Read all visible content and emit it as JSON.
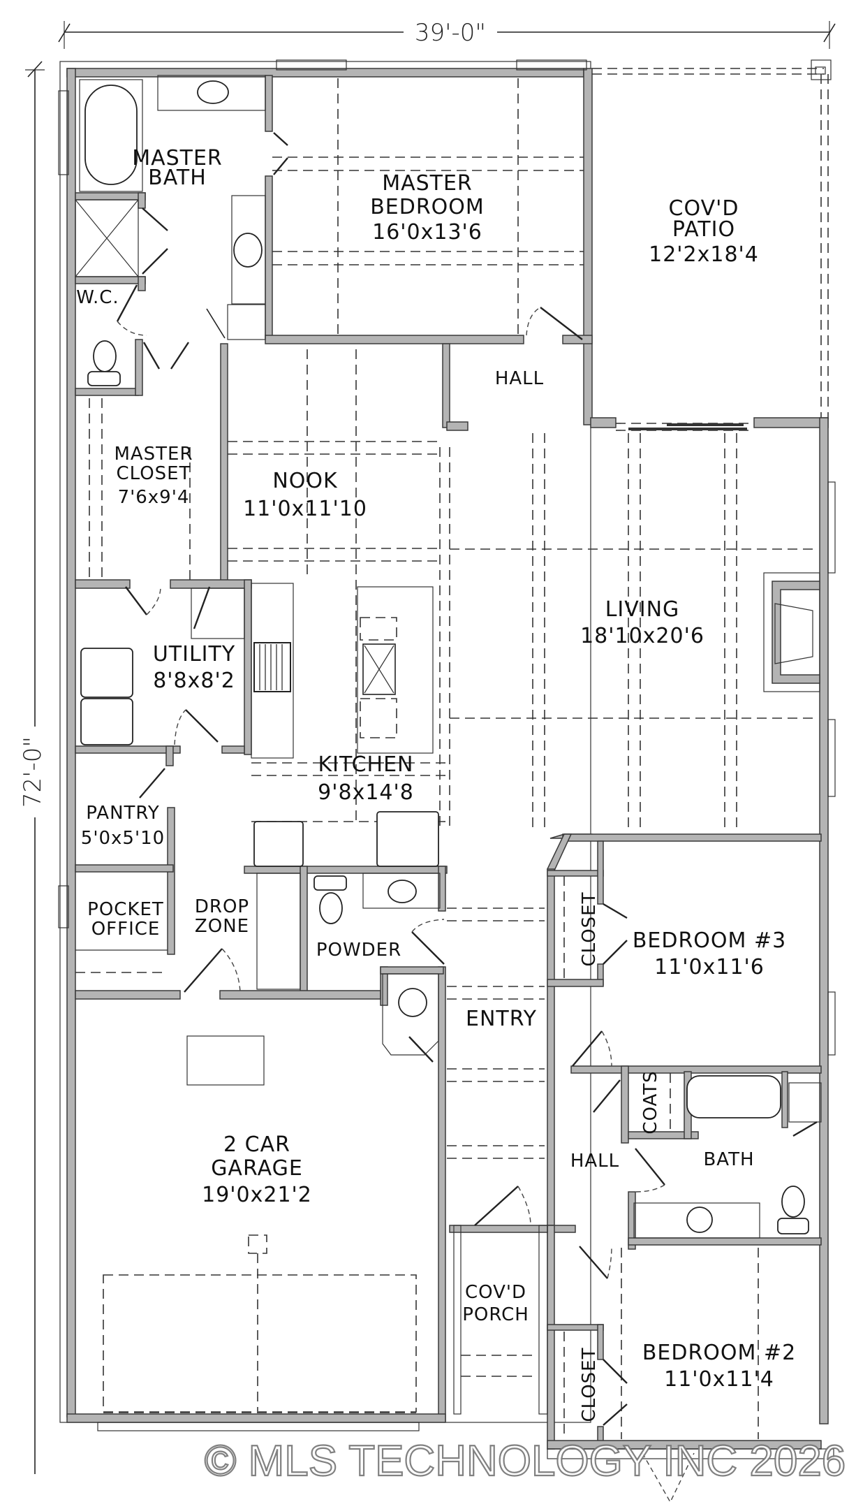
{
  "plan": {
    "overall_width": "39'-0\"",
    "overall_depth": "72'-0\"",
    "watermark": "© MLS TECHNOLOGY INC 2026",
    "wall_color": "#b4b4b4",
    "line_color": "#222222"
  },
  "rooms": {
    "master_bath": {
      "name_1": "MASTER",
      "name_2": "BATH"
    },
    "wc": {
      "name": "W.C."
    },
    "master_bedroom": {
      "name_1": "MASTER",
      "name_2": "BEDROOM",
      "size": "16'0x13'6"
    },
    "covd_patio": {
      "name_1": "COV'D",
      "name_2": "PATIO",
      "size": "12'2x18'4"
    },
    "hall_upper": {
      "name": "HALL"
    },
    "master_closet": {
      "name_1": "MASTER",
      "name_2": "CLOSET",
      "size": "7'6x9'4"
    },
    "nook": {
      "name": "NOOK",
      "size": "11'0x11'10"
    },
    "living": {
      "name": "LIVING",
      "size": "18'10x20'6"
    },
    "utility": {
      "name": "UTILITY",
      "size": "8'8x8'2"
    },
    "kitchen": {
      "name": "KITCHEN",
      "size": "9'8x14'8"
    },
    "pantry": {
      "name": "PANTRY",
      "size": "5'0x5'10"
    },
    "pocket_office": {
      "name_1": "POCKET",
      "name_2": "OFFICE"
    },
    "drop_zone": {
      "name_1": "DROP",
      "name_2": "ZONE"
    },
    "powder": {
      "name": "POWDER"
    },
    "closet_bed3": {
      "name": "CLOSET"
    },
    "bedroom_3": {
      "name": "BEDROOM #3",
      "size": "11'0x11'6"
    },
    "entry": {
      "name": "ENTRY"
    },
    "garage": {
      "name_1": "2 CAR",
      "name_2": "GARAGE",
      "size": "19'0x21'2"
    },
    "coats": {
      "name": "COATS"
    },
    "hall_lower": {
      "name": "HALL"
    },
    "bath": {
      "name": "BATH"
    },
    "covd_porch": {
      "name_1": "COV'D",
      "name_2": "PORCH"
    },
    "closet_bed2": {
      "name": "CLOSET"
    },
    "bedroom_2": {
      "name": "BEDROOM #2",
      "size": "11'0x11'4"
    }
  }
}
